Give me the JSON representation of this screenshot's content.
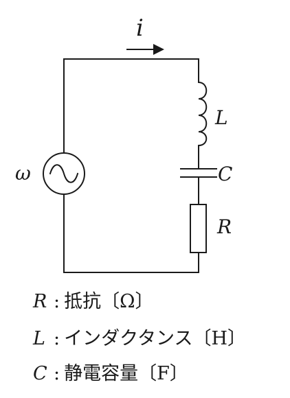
{
  "diagram": {
    "current_label": "i",
    "source_label": "ω",
    "inductor_label": "L",
    "capacitor_label": "C",
    "resistor_label": "R"
  },
  "legend": [
    {
      "symbol": "R",
      "separator": ":",
      "description": "抵抗〔Ω〕"
    },
    {
      "symbol": "L",
      "separator": ":",
      "description": "インダクタンス〔H〕"
    },
    {
      "symbol": "C",
      "separator": ":",
      "description": "静電容量〔F〕"
    }
  ]
}
